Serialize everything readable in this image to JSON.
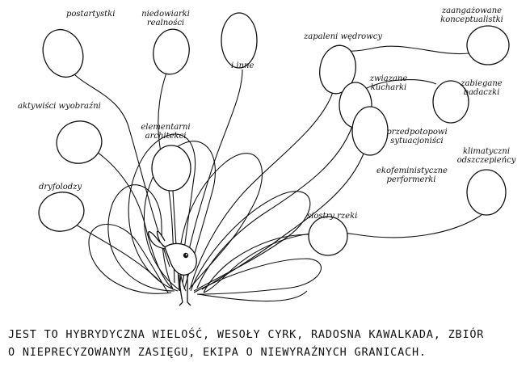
{
  "labels": {
    "postartystki": "postartystki",
    "niedowiarki": "niedowiarki realności",
    "zaangazowane": "zaangażowane konceptualistki",
    "i_inne": "i inne",
    "zapaleni": "zapaleni wędrowcy",
    "zwiazane": "związane kucharki",
    "zabiegane": "zabiegane badaczki",
    "aktywisci": "aktywiści wyobraźni",
    "elementarni": "elementarni architekci",
    "przedpotopowi": "przedpotopowi sytuacjoniści",
    "klimatyczni": "klimatyczni odszczepieńcy",
    "dryfolodzy": "dryfolodzy",
    "ekofeministyczne": "ekofeministyczne performerki",
    "siostry": "siostry rzeki"
  },
  "caption": {
    "line1": "Jest to hybrydyczna wielość, wesoły cyrk, radosna kawalkada, zbiór",
    "line2": "o nieprecyzowanym zasięgu, ekipa o niewyraźnych granicach."
  },
  "colors": {
    "ink": "#111111",
    "paper": "#ffffff"
  },
  "icons": [
    "balloon-icon",
    "rabbit-icon"
  ]
}
